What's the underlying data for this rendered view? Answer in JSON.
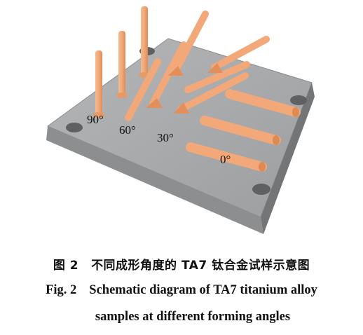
{
  "figure": {
    "angle_labels": {
      "deg90": "90°",
      "deg60": "60°",
      "deg30": "30°",
      "deg0": "0°"
    },
    "colors": {
      "plate_top": "#a9abad",
      "plate_front": "#8c8e90",
      "plate_side": "#757779",
      "sample": "#f2a878",
      "sample_dark": "#d9864f"
    }
  },
  "caption": {
    "cn_prefix": "图 2",
    "cn_text": "不同成形角度的 TA7 钛合金试样示意图",
    "en_prefix": "Fig. 2",
    "en_line1": "Schematic diagram of TA7 titanium alloy",
    "en_line2": "samples at different forming angles"
  }
}
